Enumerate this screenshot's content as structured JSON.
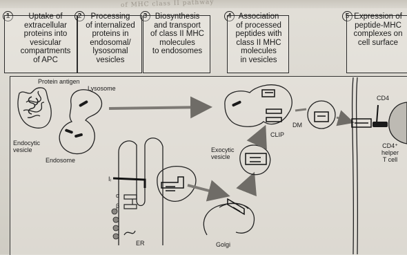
{
  "header": {
    "smudged_text": "of MHC class II pathway"
  },
  "steps": [
    {
      "number": "1",
      "text": "Uptake of\nextracellular\nproteins into\nvesicular\ncompartments\nof APC"
    },
    {
      "number": "2",
      "text": "Processing\nof internalized\nproteins in\nendosomal/\nlysosomal\nvesicles"
    },
    {
      "number": "3",
      "text": "Biosynthesis\nand transport\nof class II MHC\nmolecules\nto endosomes"
    },
    {
      "number": "4",
      "text": "Association\nof processed\npeptides with\nclass II MHC\nmolecules\nin vesicles"
    },
    {
      "number": "5",
      "text": "Expression of\npeptide-MHC\ncomplexes on\ncell surface"
    }
  ],
  "labels": {
    "protein_antigen": "Protein antigen",
    "lysosome": "Lysosome",
    "endocytic_vesicle": "Endocytic\nvesicle",
    "endosome": "Endosome",
    "exocytic_vesicle": "Exocytic\nvesicle",
    "clip": "CLIP",
    "dm": "DM",
    "cd4": "CD4",
    "cd4_helper": "CD4⁺\nhelper\nT cell",
    "er": "ER",
    "golgi": "Golgi",
    "ii": "Iᵢ",
    "alpha": "α",
    "beta": "β"
  },
  "colors": {
    "ink": "#1f1f1f",
    "arrow": "#7d7a75",
    "paper": "#dedbd4"
  }
}
